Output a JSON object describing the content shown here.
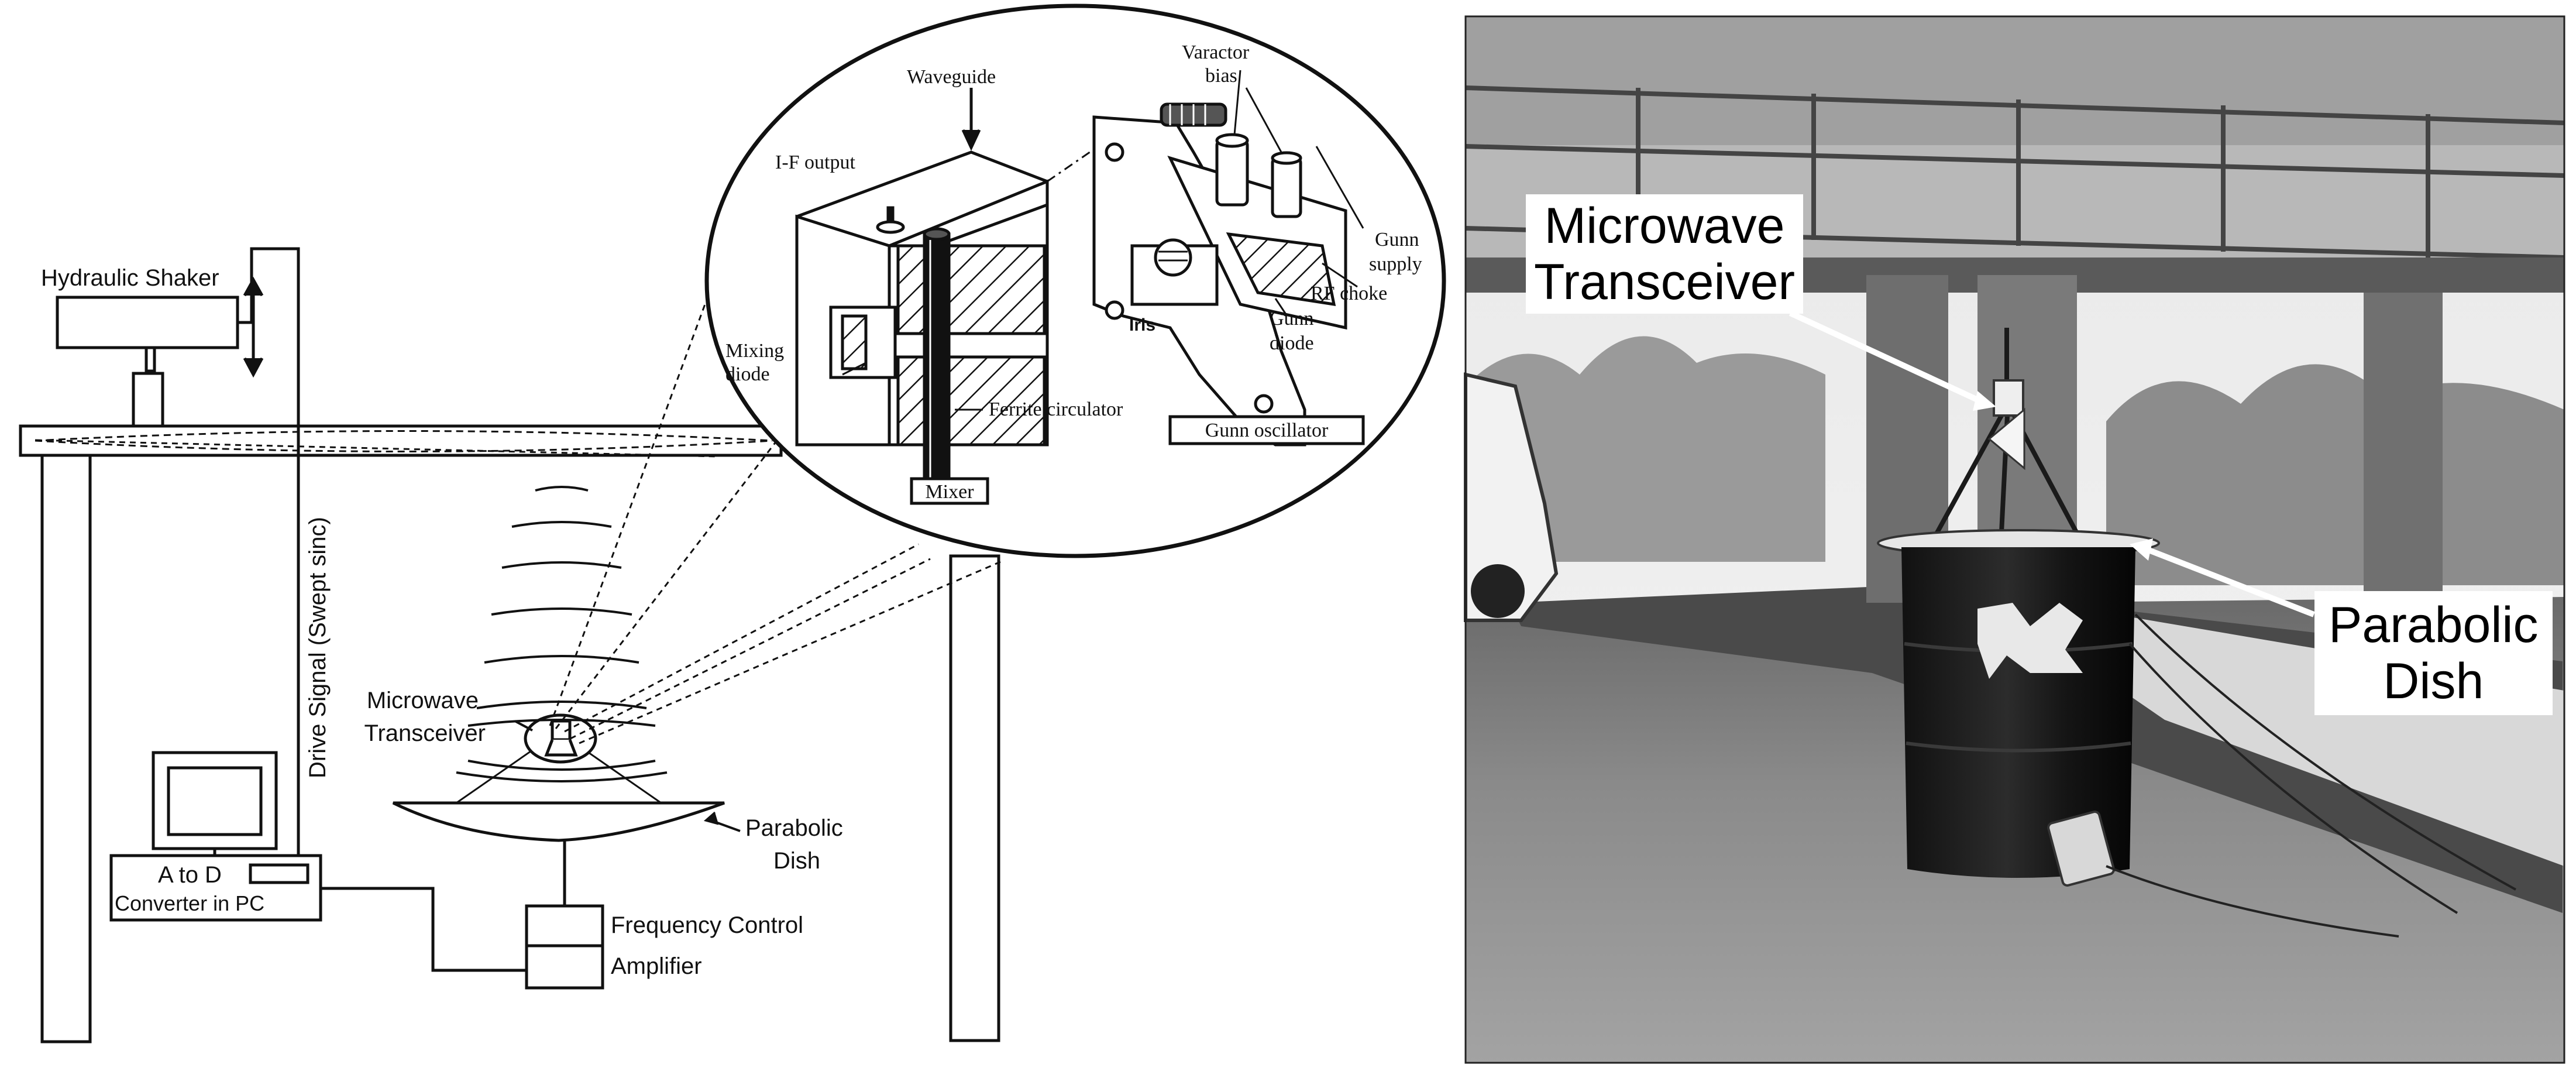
{
  "diagram": {
    "labels": {
      "hydraulic_shaker": "Hydraulic Shaker",
      "drive_signal": "Drive Signal (Swept sinc)",
      "microwave_transceiver_line1": "Microwave",
      "microwave_transceiver_line2": "Transceiver",
      "parabolic_dish_line1": "Parabolic",
      "parabolic_dish_line2": "Dish",
      "a_to_d": "A to D",
      "converter": "Converter in PC",
      "frequency_control": "Frequency Control",
      "amplifier": "Amplifier"
    },
    "inset": {
      "waveguide": "Waveguide",
      "if_output": "I-F output",
      "mixing_diode_line1": "Mixing",
      "mixing_diode_line2": "diode",
      "ferrite_circulator": "Ferrite circulator",
      "mixer": "Mixer",
      "varactor_line1": "Varactor",
      "varactor_line2": "bias",
      "gunn_supply_line1": "Gunn",
      "gunn_supply_line2": "supply",
      "rf_choke": "RF choke",
      "gunn_diode_line1": "Gunn",
      "gunn_diode_line2": "diode",
      "iris": "Iris",
      "gunn_oscillator": "Gunn oscillator"
    }
  },
  "photo": {
    "label_transceiver_line1": "Microwave",
    "label_transceiver_line2": "Transceiver",
    "label_dish_line1": "Parabolic",
    "label_dish_line2": "Dish"
  }
}
